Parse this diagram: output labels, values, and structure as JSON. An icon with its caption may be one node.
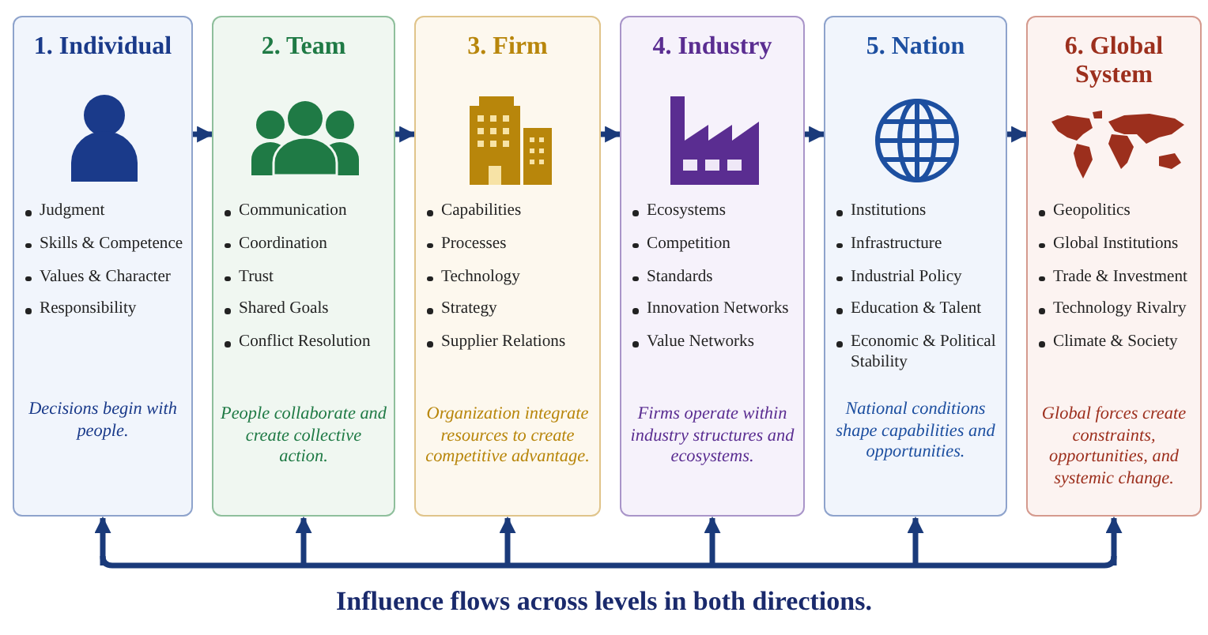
{
  "diagram": {
    "nodes": [
      {
        "text": [
          "1. Individual",
          "Judgment",
          "Skills & Competence",
          "Values & Character",
          "Responsibility",
          "Decisions begin with people."
        ]
      },
      {
        "text": [
          "2. Team",
          "Communication",
          "Coordination",
          "Trust",
          "Shared Goals",
          "Conflict Resolution",
          "People collaborate and create collective action."
        ]
      },
      {
        "text": [
          "3. Firm",
          "Capabilities",
          "Processes",
          "Technology",
          "Strategy",
          "Supplier Relations",
          "Organization integrate resources to create competitive advantage."
        ]
      },
      {
        "text": [
          "4. Industry",
          "Ecosystems",
          "Competition",
          "Standards",
          "Innovation Networks",
          "Value Networks",
          "Firms operate within industry structures and ecosystems."
        ]
      },
      {
        "text": [
          "5. Nation",
          "Institutions",
          "Infrastructure",
          "Industrial Policy",
          "Education & Talent",
          "Economic & Political Stability",
          "National conditions shape capabilities and opportunities."
        ]
      },
      {
        "text": [
          "6. Global System",
          "Geopolitics",
          "Global Institutions",
          "Trade & Investment",
          "Technology Rivalry",
          "Climate & Society",
          "Global forces create constraints, opportunities, and systemic change."
        ]
      }
    ],
    "edges": [
      {
        "from": 0,
        "to": 1,
        "arrow": "to"
      },
      {
        "from": 1,
        "to": 2,
        "arrow": "to"
      },
      {
        "from": 2,
        "to": 3,
        "arrow": "to"
      },
      {
        "from": 3,
        "to": 4,
        "arrow": "to"
      },
      {
        "from": 4,
        "to": 5,
        "arrow": "to"
      },
      {
        "from": null,
        "to": 0,
        "arrow": "to"
      },
      {
        "from": null,
        "to": 1,
        "arrow": "to"
      },
      {
        "from": null,
        "to": 2,
        "arrow": "to"
      },
      {
        "from": null,
        "to": 3,
        "arrow": "to"
      },
      {
        "from": null,
        "to": 4,
        "arrow": "to"
      },
      {
        "from": null,
        "to": 5,
        "arrow": "to"
      }
    ],
    "caption": "Influence flows across levels in both directions."
  }
}
